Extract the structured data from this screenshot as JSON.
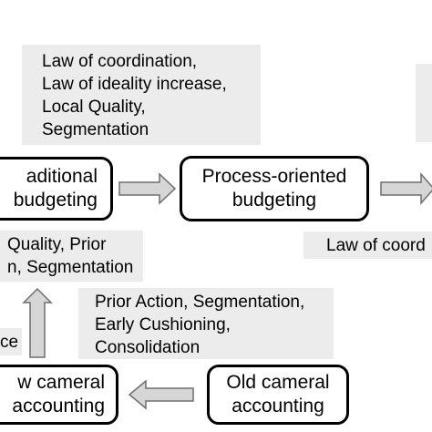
{
  "nodes": {
    "traditional": {
      "lines": [
        "aditional",
        "budgeting"
      ]
    },
    "process_oriented": {
      "lines": [
        "Process-oriented",
        "budgeting"
      ]
    },
    "new_cameral": {
      "lines": [
        "w cameral",
        "accounting"
      ]
    },
    "old_cameral": {
      "lines": [
        "Old cameral",
        "accounting"
      ]
    }
  },
  "labels": {
    "top_center": [
      "Law of coordination,",
      "Law of ideality increase,",
      "Local Quality,",
      "Segmentation"
    ],
    "left_middle": [
      "Quality, Prior",
      "n, Segmentation"
    ],
    "right_middle": [
      "Law of coord"
    ],
    "bottom_center": [
      "Prior Action, Segmentation,",
      "Early Cushioning,",
      "Consolidation"
    ],
    "bottom_left": [
      "ce"
    ]
  },
  "colors": {
    "label_background": "#ececec",
    "arrow_fill": "#d6d6d6",
    "arrow_stroke": "#6e6e6e",
    "box_border": "#000000"
  }
}
